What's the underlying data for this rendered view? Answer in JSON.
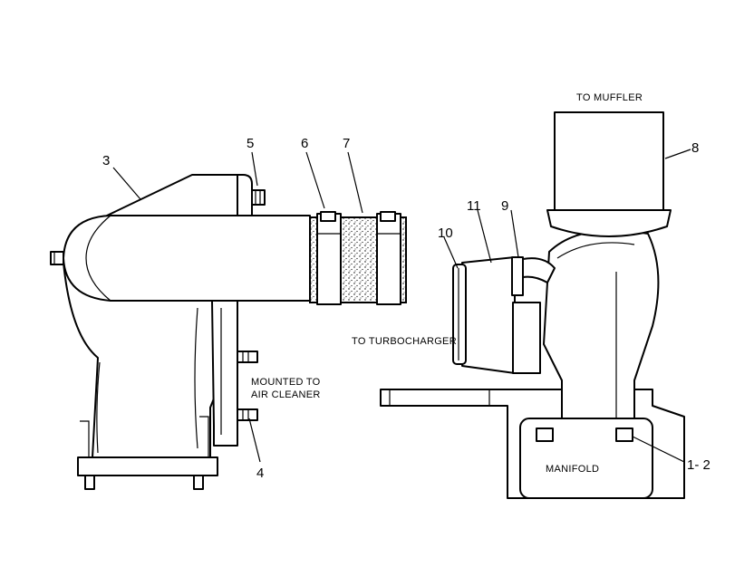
{
  "callouts": {
    "c1_2": "1- 2",
    "c3": "3",
    "c4": "4",
    "c5": "5",
    "c6": "6",
    "c7": "7",
    "c8": "8",
    "c9": "9",
    "c10": "10",
    "c11": "11"
  },
  "labels": {
    "to_muffler": "TO MUFFLER",
    "to_turbocharger": "TO TURBOCHARGER",
    "mounted_line1": "MOUNTED TO",
    "mounted_line2": "AIR CLEANER",
    "manifold": "MANIFOLD"
  }
}
